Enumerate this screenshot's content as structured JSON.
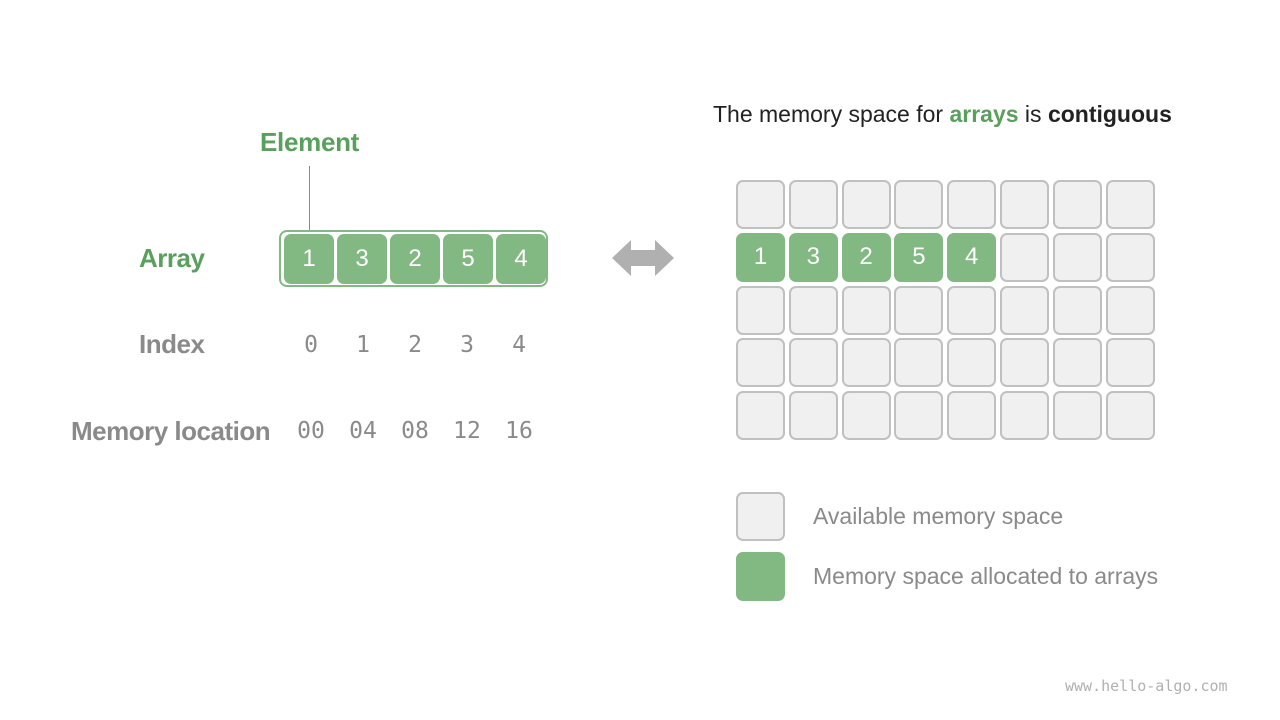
{
  "left": {
    "element_label": "Element",
    "array_label": "Array",
    "index_label": "Index",
    "memory_label": "Memory location",
    "array_values": [
      "1",
      "3",
      "2",
      "5",
      "4"
    ],
    "indices": [
      "0",
      "1",
      "2",
      "3",
      "4"
    ],
    "memory_locations": [
      "00",
      "04",
      "08",
      "12",
      "16"
    ]
  },
  "right": {
    "title_part1": "The memory space for ",
    "title_part2": "arrays",
    "title_part3": " is ",
    "title_part4": "contiguous",
    "grid_rows": 5,
    "grid_cols": 8,
    "filled_row_index": 1,
    "filled_values": [
      "1",
      "3",
      "2",
      "5",
      "4"
    ],
    "legend": {
      "available": "Available memory space",
      "allocated": "Memory space allocated to arrays"
    }
  },
  "colors": {
    "green": "#82b882",
    "green_text": "#59a05d",
    "gray_fill": "#f0f0f0",
    "gray_border": "#c0c0c0",
    "label_gray": "#8a8a8a"
  },
  "watermark": "www.hello-algo.com"
}
